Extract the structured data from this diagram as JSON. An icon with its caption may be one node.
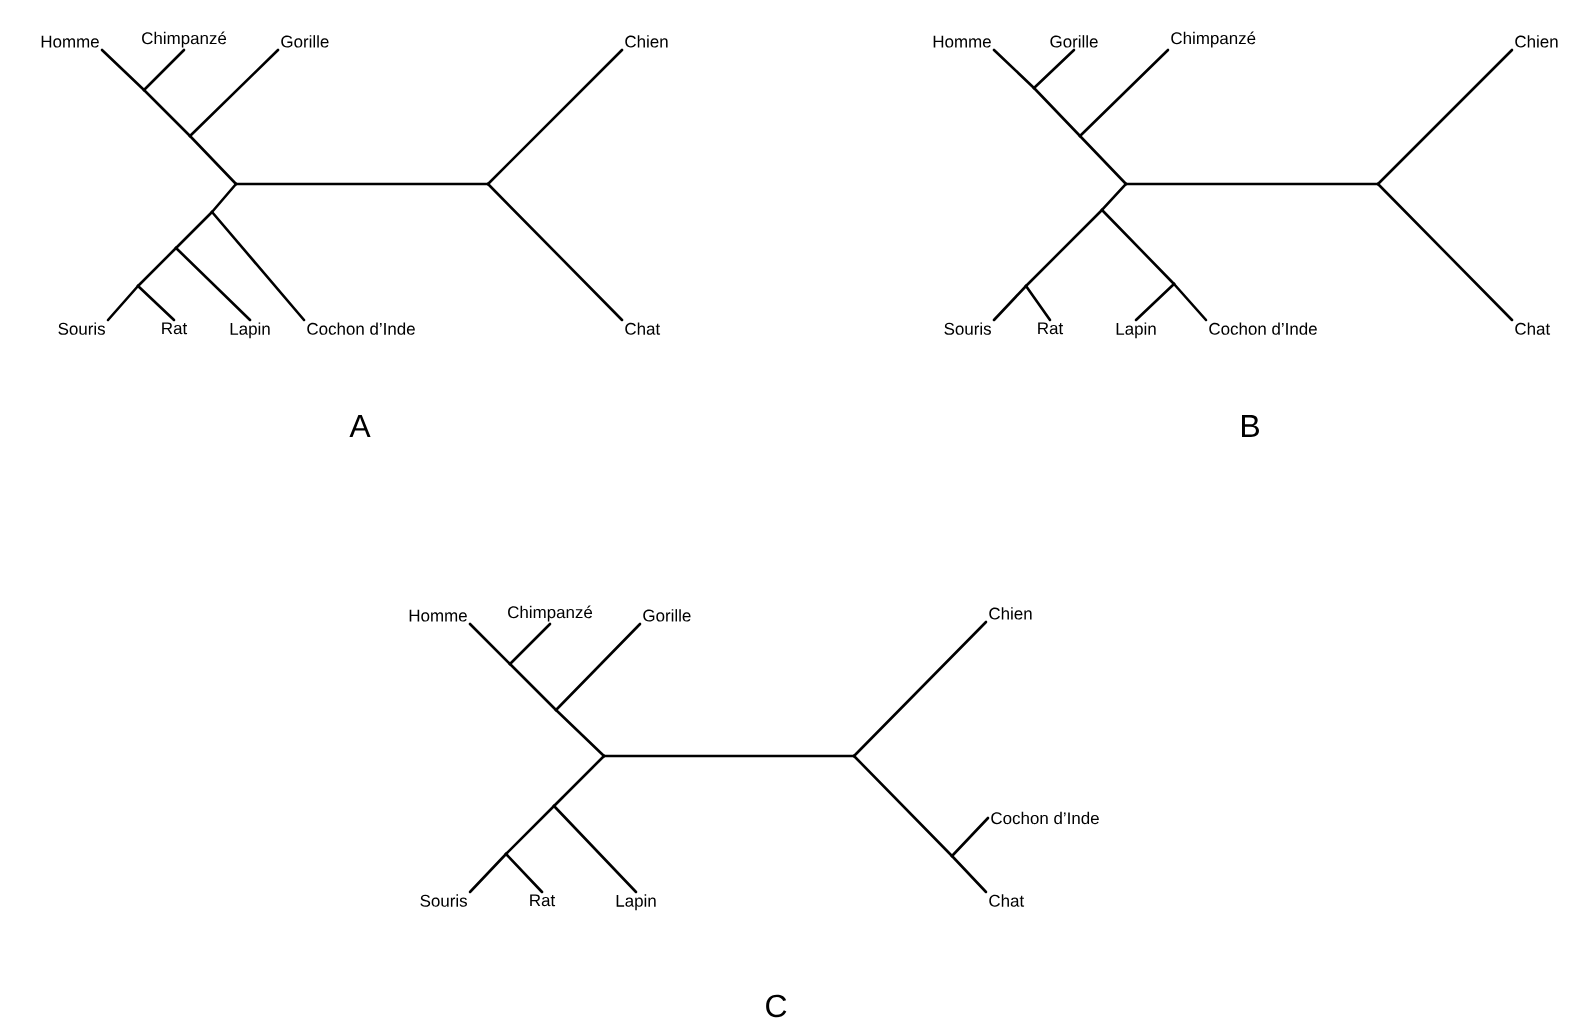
{
  "diagram": {
    "nodes": [
      {
        "text": [
          "Homme"
        ]
      },
      {
        "text": [
          "Chimpanzé"
        ]
      },
      {
        "text": [
          "Gorille"
        ]
      },
      {
        "text": [
          "Chien"
        ]
      },
      {
        "text": [
          "Souris"
        ]
      },
      {
        "text": [
          "Rat"
        ]
      },
      {
        "text": [
          "Lapin"
        ]
      },
      {
        "text": [
          "Cochon d’Inde"
        ]
      },
      {
        "text": [
          "Chat"
        ]
      },
      {
        "text": [],
        "shape": "point"
      },
      {
        "text": [],
        "shape": "point"
      },
      {
        "text": [],
        "shape": "point"
      },
      {
        "text": [],
        "shape": "point"
      },
      {
        "text": [],
        "shape": "point"
      },
      {
        "text": [],
        "shape": "point"
      },
      {
        "text": [],
        "shape": "point"
      },
      {
        "text": [
          "Homme"
        ]
      },
      {
        "text": [
          "Gorille"
        ]
      },
      {
        "text": [
          "Chimpanzé"
        ]
      },
      {
        "text": [
          "Chien"
        ]
      },
      {
        "text": [
          "Souris"
        ]
      },
      {
        "text": [
          "Rat"
        ]
      },
      {
        "text": [
          "Lapin"
        ]
      },
      {
        "text": [
          "Cochon d’Inde"
        ]
      },
      {
        "text": [
          "Chat"
        ]
      },
      {
        "text": [],
        "shape": "point"
      },
      {
        "text": [],
        "shape": "point"
      },
      {
        "text": [],
        "shape": "point"
      },
      {
        "text": [],
        "shape": "point"
      },
      {
        "text": [],
        "shape": "point"
      },
      {
        "text": [],
        "shape": "point"
      },
      {
        "text": [],
        "shape": "point"
      },
      {
        "text": [
          "Homme"
        ]
      },
      {
        "text": [
          "Chimpanzé"
        ]
      },
      {
        "text": [
          "Gorille"
        ]
      },
      {
        "text": [
          "Chien"
        ]
      },
      {
        "text": [
          "Cochon d’Inde"
        ]
      },
      {
        "text": [
          "Souris"
        ]
      },
      {
        "text": [
          "Rat"
        ]
      },
      {
        "text": [
          "Lapin"
        ]
      },
      {
        "text": [
          "Chat"
        ]
      },
      {
        "text": [],
        "shape": "point"
      },
      {
        "text": [],
        "shape": "point"
      },
      {
        "text": [],
        "shape": "point"
      },
      {
        "text": [],
        "shape": "point"
      },
      {
        "text": [],
        "shape": "point"
      },
      {
        "text": [],
        "shape": "point"
      },
      {
        "text": [],
        "shape": "point"
      }
    ],
    "edges": [
      {
        "from": 9,
        "to": 10,
        "arrow": "none"
      },
      {
        "from": 9,
        "to": 12,
        "arrow": "none"
      },
      {
        "from": 12,
        "to": 11,
        "arrow": "none"
      },
      {
        "from": 11,
        "to": 0,
        "arrow": "none"
      },
      {
        "from": 11,
        "to": 1,
        "arrow": "none"
      },
      {
        "from": 12,
        "to": 2,
        "arrow": "none"
      },
      {
        "from": 10,
        "to": 3,
        "arrow": "none"
      },
      {
        "from": 10,
        "to": 8,
        "arrow": "none"
      },
      {
        "from": 9,
        "to": 13,
        "arrow": "none"
      },
      {
        "from": 13,
        "to": 7,
        "arrow": "none"
      },
      {
        "from": 13,
        "to": 14,
        "arrow": "none"
      },
      {
        "from": 14,
        "to": 6,
        "arrow": "none"
      },
      {
        "from": 14,
        "to": 15,
        "arrow": "none"
      },
      {
        "from": 15,
        "to": 5,
        "arrow": "none"
      },
      {
        "from": 15,
        "to": 4,
        "arrow": "none"
      },
      {
        "from": 25,
        "to": 26,
        "arrow": "none"
      },
      {
        "from": 25,
        "to": 28,
        "arrow": "none"
      },
      {
        "from": 28,
        "to": 27,
        "arrow": "none"
      },
      {
        "from": 27,
        "to": 16,
        "arrow": "none"
      },
      {
        "from": 27,
        "to": 17,
        "arrow": "none"
      },
      {
        "from": 28,
        "to": 18,
        "arrow": "none"
      },
      {
        "from": 26,
        "to": 19,
        "arrow": "none"
      },
      {
        "from": 26,
        "to": 24,
        "arrow": "none"
      },
      {
        "from": 25,
        "to": 29,
        "arrow": "none"
      },
      {
        "from": 29,
        "to": 30,
        "arrow": "none"
      },
      {
        "from": 30,
        "to": 20,
        "arrow": "none"
      },
      {
        "from": 30,
        "to": 21,
        "arrow": "none"
      },
      {
        "from": 29,
        "to": 31,
        "arrow": "none"
      },
      {
        "from": 31,
        "to": 22,
        "arrow": "none"
      },
      {
        "from": 31,
        "to": 23,
        "arrow": "none"
      },
      {
        "from": 41,
        "to": 42,
        "arrow": "none"
      },
      {
        "from": 41,
        "to": 44,
        "arrow": "none"
      },
      {
        "from": 44,
        "to": 43,
        "arrow": "none"
      },
      {
        "from": 43,
        "to": 32,
        "arrow": "none"
      },
      {
        "from": 43,
        "to": 33,
        "arrow": "none"
      },
      {
        "from": 44,
        "to": 34,
        "arrow": "none"
      },
      {
        "from": 41,
        "to": 45,
        "arrow": "none"
      },
      {
        "from": 45,
        "to": 46,
        "arrow": "none"
      },
      {
        "from": 46,
        "to": 37,
        "arrow": "none"
      },
      {
        "from": 46,
        "to": 38,
        "arrow": "none"
      },
      {
        "from": 45,
        "to": 39,
        "arrow": "none"
      },
      {
        "from": 42,
        "to": 35,
        "arrow": "none"
      },
      {
        "from": 42,
        "to": 47,
        "arrow": "none"
      },
      {
        "from": 47,
        "to": 36,
        "arrow": "none"
      },
      {
        "from": 47,
        "to": 40,
        "arrow": "none"
      }
    ],
    "labels": [
      "A",
      "B",
      "C"
    ]
  }
}
